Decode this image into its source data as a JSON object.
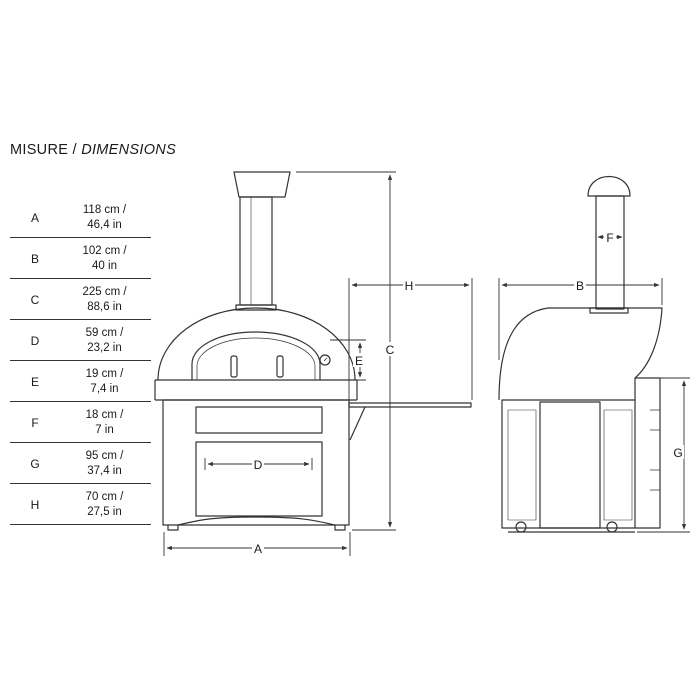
{
  "title": {
    "main": "MISURE /",
    "sub": "DIMENSIONS"
  },
  "specs": [
    {
      "key": "A",
      "metric": "118 cm /",
      "imperial": "46,4 in"
    },
    {
      "key": "B",
      "metric": "102 cm /",
      "imperial": "40 in"
    },
    {
      "key": "C",
      "metric": "225 cm /",
      "imperial": "88,6 in"
    },
    {
      "key": "D",
      "metric": "59 cm /",
      "imperial": "23,2 in"
    },
    {
      "key": "E",
      "metric": "19 cm /",
      "imperial": "7,4 in"
    },
    {
      "key": "F",
      "metric": "18 cm /",
      "imperial": "7 in"
    },
    {
      "key": "G",
      "metric": "95 cm /",
      "imperial": "37,4 in"
    },
    {
      "key": "H",
      "metric": "70 cm /",
      "imperial": "27,5 in"
    }
  ],
  "labels": {
    "A": "A",
    "B": "B",
    "C": "C",
    "D": "D",
    "E": "E",
    "F": "F",
    "G": "G",
    "H": "H"
  },
  "colors": {
    "line": "#333333",
    "fill": "#ffffff"
  }
}
